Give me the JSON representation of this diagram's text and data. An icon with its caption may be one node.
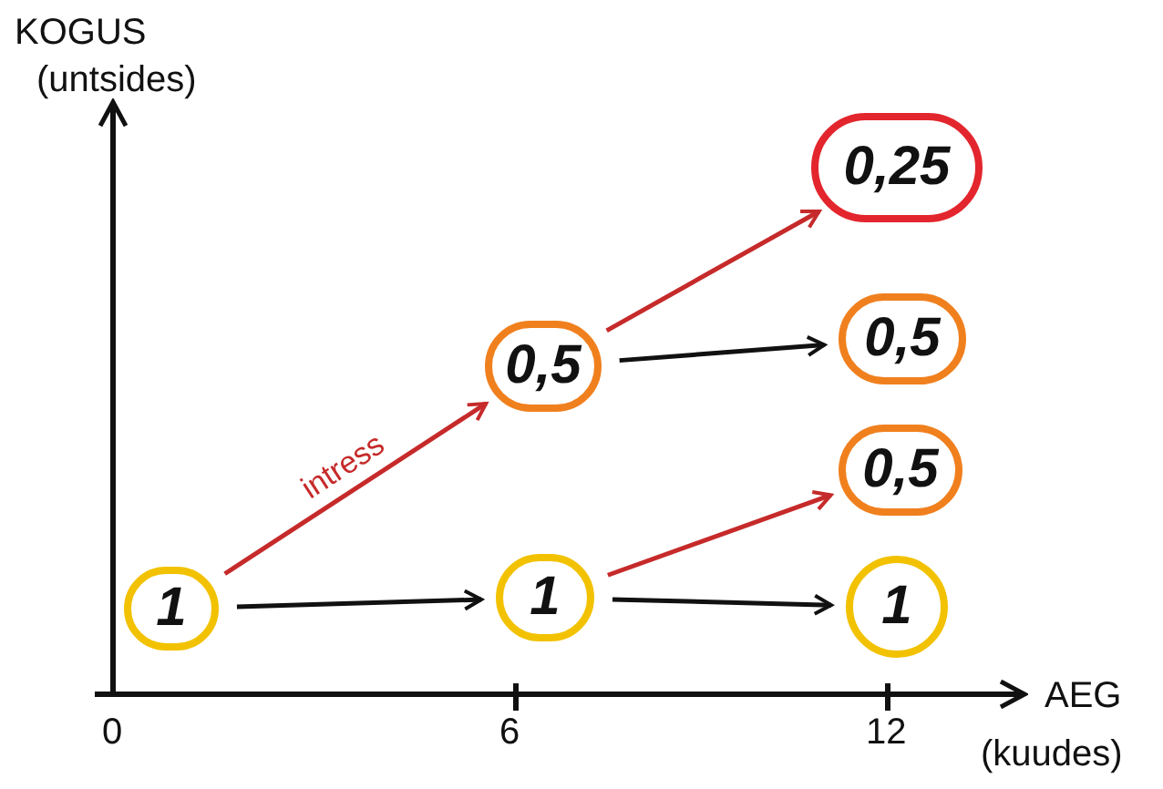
{
  "diagram": {
    "nodes": [
      {
        "text": [
          "1"
        ]
      },
      {
        "text": [
          "0,5"
        ]
      },
      {
        "text": [
          "1"
        ]
      },
      {
        "text": [
          "0,25"
        ]
      },
      {
        "text": [
          "0,5"
        ]
      },
      {
        "text": [
          "0,5"
        ]
      },
      {
        "text": [
          "1"
        ]
      }
    ],
    "edges": [
      {
        "from": 0,
        "to": 1,
        "arrow": "to",
        "label": "intress",
        "color": "#c62a2a"
      },
      {
        "from": 0,
        "to": 2,
        "arrow": "to",
        "color": "#111111"
      },
      {
        "from": 1,
        "to": 3,
        "arrow": "to",
        "color": "#c62a2a"
      },
      {
        "from": 1,
        "to": 4,
        "arrow": "to",
        "color": "#111111"
      },
      {
        "from": 2,
        "to": 5,
        "arrow": "to",
        "color": "#c62a2a"
      },
      {
        "from": 2,
        "to": 6,
        "arrow": "to",
        "color": "#111111"
      }
    ],
    "labels": [
      "KOGUS",
      "(untsides)",
      "AEG",
      "(kuudes)",
      "0",
      "6",
      "12"
    ]
  }
}
